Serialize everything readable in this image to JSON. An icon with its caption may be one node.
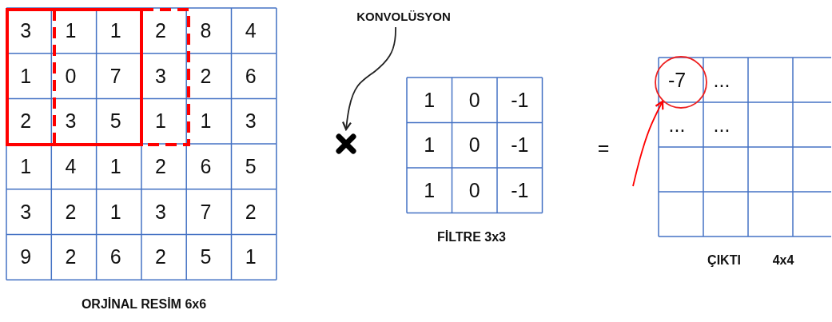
{
  "diagram": {
    "nodes": [
      {
        "text": [
          "KONVOLÜSYON"
        ]
      },
      {
        "text": [],
        "shape": "cross"
      },
      {
        "text": [],
        "shape": "circle"
      }
    ],
    "edges": [
      {
        "from": 0,
        "to": 1,
        "arrow": "to"
      },
      {
        "from": null,
        "to": 2,
        "arrow": "to",
        "color": "#ff0000"
      }
    ],
    "labels": [
      "3",
      "1",
      "1",
      "2",
      "8",
      "4",
      "1",
      "0",
      "7",
      "3",
      "2",
      "6",
      "2",
      "3",
      "5",
      "1",
      "1",
      "3",
      "1",
      "4",
      "1",
      "2",
      "6",
      "5",
      "3",
      "2",
      "1",
      "3",
      "7",
      "2",
      "9",
      "2",
      "6",
      "2",
      "5",
      "1",
      "ORJİNAL RESİM 6x6",
      "1",
      "0",
      "-1",
      "1",
      "0",
      "-1",
      "1",
      "0",
      "-1",
      "FİLTRE 3x3",
      "=",
      "-7",
      "...",
      "...",
      "...",
      "ÇIKTI",
      "4x4"
    ]
  }
}
